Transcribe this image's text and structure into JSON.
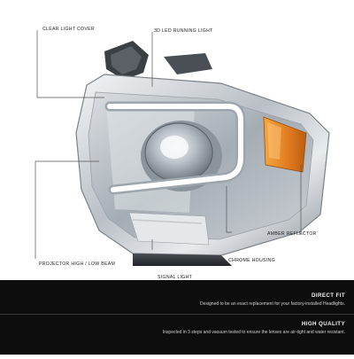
{
  "callouts": {
    "clear_light_cover": "CLEAR LIGHT COVER",
    "led_running_light": "3D LED RUNNING LIGHT",
    "amber_reflector": "AMBER REFLECTOR",
    "projector_beam": "PROJECTOR HIGH / LOW BEAM",
    "chrome_housing": "CHROME HOUSING",
    "signal_light": "SIGNAL LIGHT"
  },
  "features": [
    {
      "title": "DIRECT FIT",
      "text": "Designed to be an exact replacement for your factory-installed Headlights."
    },
    {
      "title": "HIGH QUALITY",
      "text": "Inspected in 3 steps and vacuum tested to ensure the lenses are air-tight and water resistant."
    }
  ],
  "colors": {
    "amber": "#e7892a",
    "chrome": "#c9ced3",
    "led": "#ffffff",
    "footer": "#0d0d0d"
  }
}
